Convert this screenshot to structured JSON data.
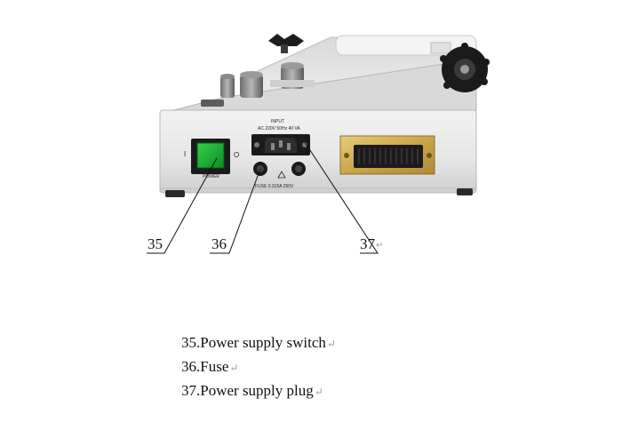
{
  "device": {
    "panel_input_label": "INPUT",
    "panel_rating_label": "AC 220V 50Hz 40 VA",
    "power_switch_label": "POWER",
    "switch_off_mark": "O",
    "switch_on_mark": "I",
    "fuse_label": "FUSE 0.315A 250V"
  },
  "callouts": [
    {
      "number": "35",
      "mark": ""
    },
    {
      "number": "36",
      "mark": ""
    },
    {
      "number": "37",
      "mark": "↵"
    }
  ],
  "legend": [
    {
      "text": "35.Power supply switch",
      "mark": "↵"
    },
    {
      "text": "36.Fuse",
      "mark": "↵"
    },
    {
      "text": "37.Power supply plug",
      "mark": "↵"
    }
  ]
}
